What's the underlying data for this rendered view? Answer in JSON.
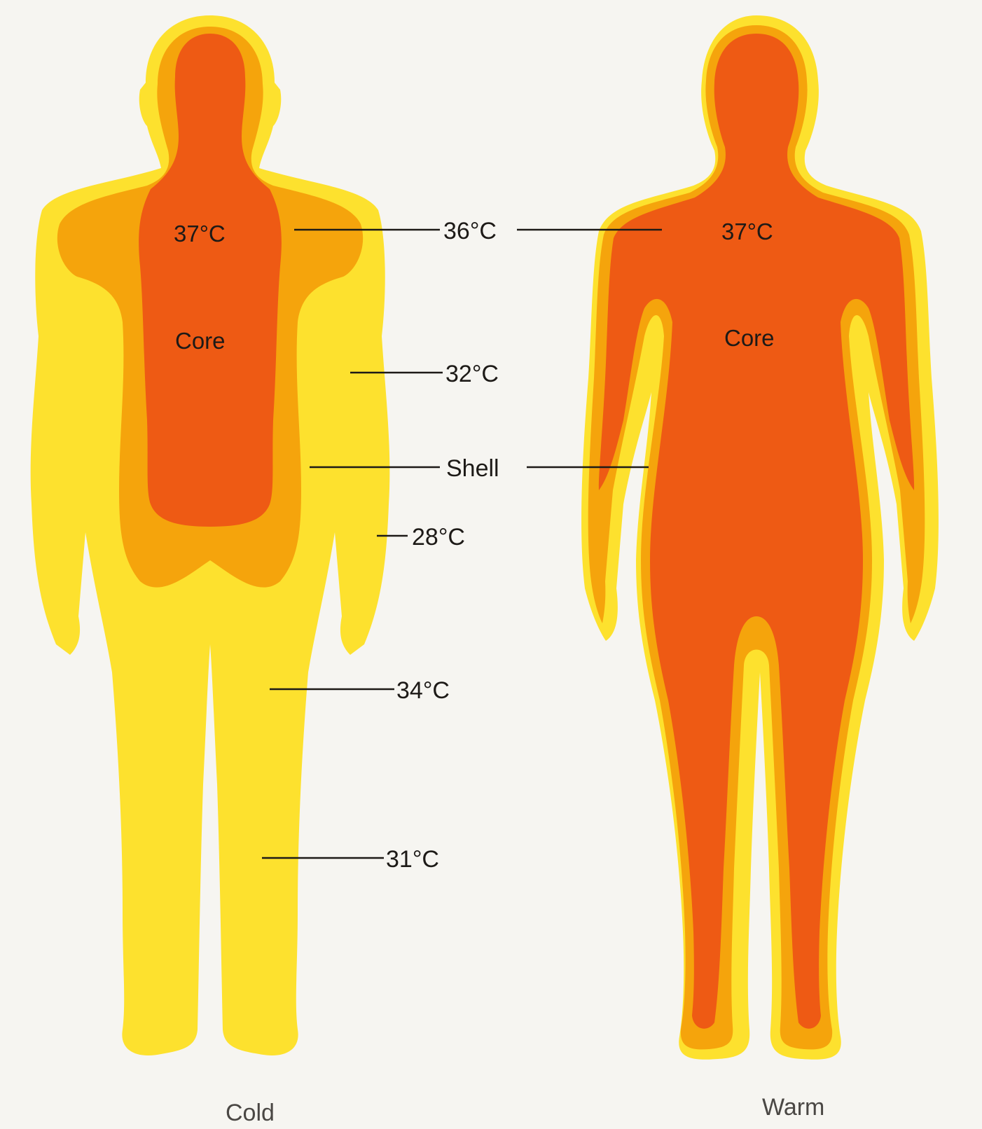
{
  "colors": {
    "background": "#f6f5f1",
    "outer_shell": "#fde12e",
    "mid_shell": "#f5a40c",
    "core": "#ee5a14",
    "text": "#1d1a17"
  },
  "cold_figure": {
    "core_temp": "37°C",
    "core_label": "Core",
    "caption": "Cold"
  },
  "warm_figure": {
    "core_temp": "37°C",
    "core_label": "Core",
    "caption": "Warm"
  },
  "callouts": {
    "shared_36": "36°C",
    "arm_32": "32°C",
    "shell": "Shell",
    "hand_28": "28°C",
    "thigh_34": "34°C",
    "calf_31": "31°C"
  }
}
